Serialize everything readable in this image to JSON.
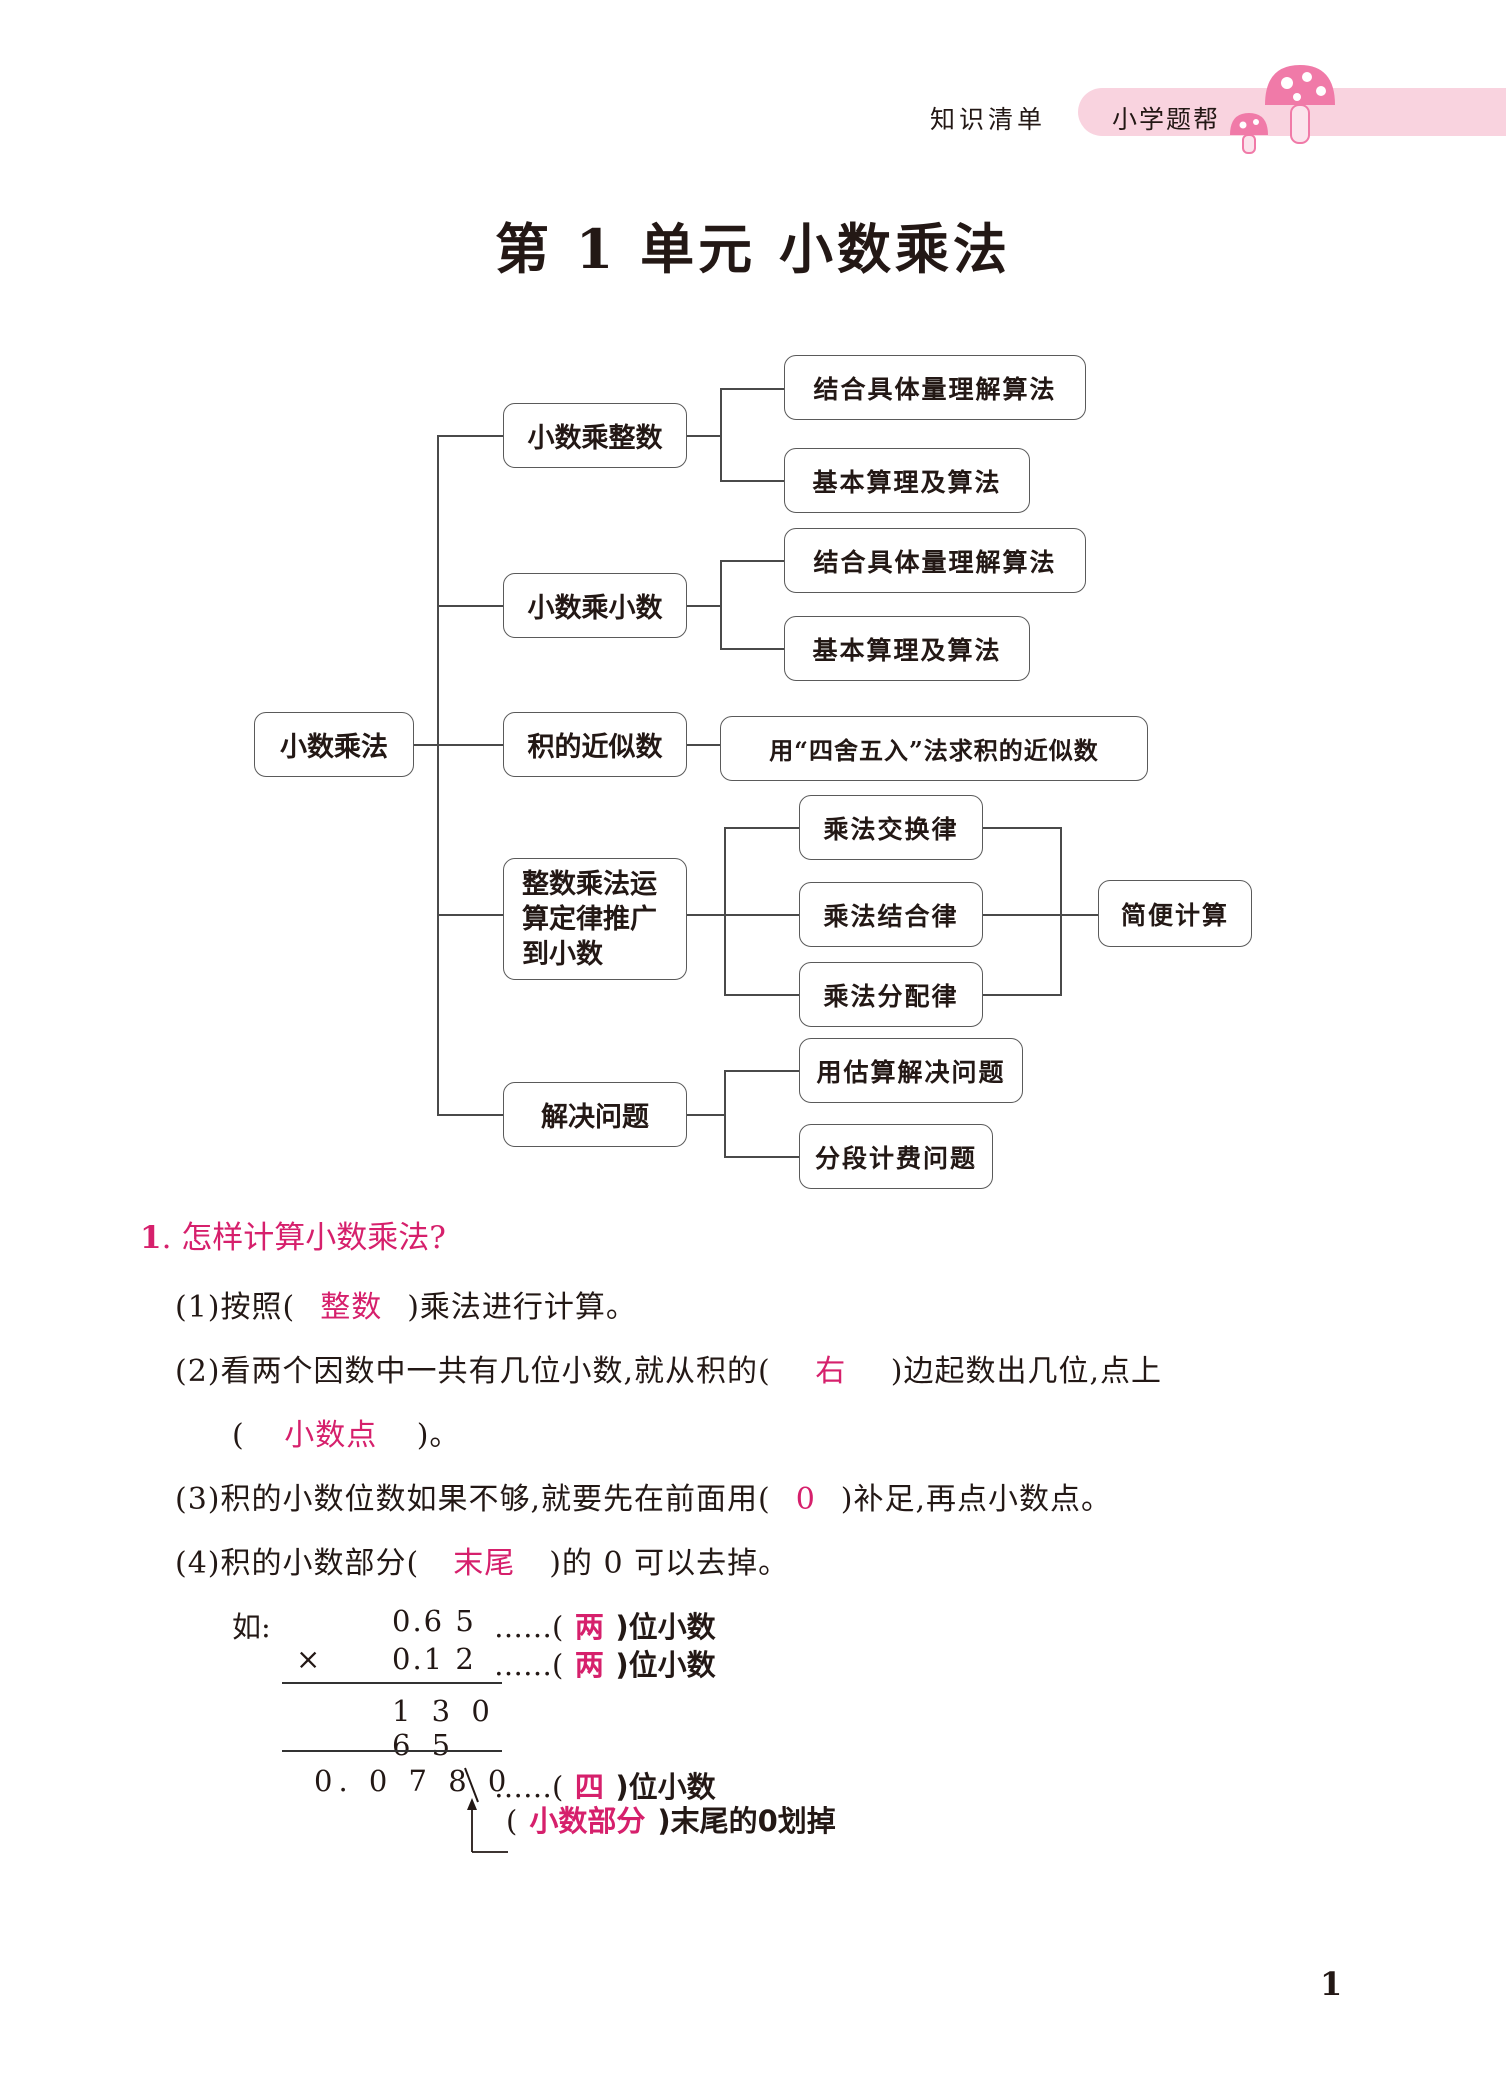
{
  "header": {
    "section": "知识清单",
    "brand": "小学题帮"
  },
  "title": "第 1 单元    小数乘法",
  "mindmap": {
    "root": "小数乘法",
    "branch1": "小数乘整数",
    "b1_leaf1": "结合具体量理解算法",
    "b1_leaf2": "基本算理及算法",
    "branch2": "小数乘小数",
    "b2_leaf1": "结合具体量理解算法",
    "b2_leaf2": "基本算理及算法",
    "branch3": "积的近似数",
    "b3_leaf1": "用“四舍五入”法求积的近似数",
    "branch4_line1": "整数乘法运",
    "branch4_line2": "算定律推广",
    "branch4_line3": "到小数",
    "b4_leaf1": "乘法交换律",
    "b4_leaf2": "乘法结合律",
    "b4_leaf3": "乘法分配律",
    "b4_result": "简便计算",
    "branch5": "解决问题",
    "b5_leaf1": "用估算解决问题",
    "b5_leaf2": "分段计费问题"
  },
  "question": {
    "num": "1",
    "text": ". 怎样计算小数乘法?"
  },
  "items": {
    "i1_a": "(1)按照(",
    "i1_ans": "整数",
    "i1_b": ")乘法进行计算。",
    "i2_a": "(2)看两个因数中一共有几位小数,就从积的(",
    "i2_ans": "右",
    "i2_b": ")边起数出几位,点上",
    "i2_c": "(",
    "i2_ans2": "小数点",
    "i2_d": ")。",
    "i3_a": "(3)积的小数位数如果不够,就要先在前面用(",
    "i3_ans": "0",
    "i3_b": ")补足,再点小数点。",
    "i4_a": "(4)积的小数部分(",
    "i4_ans": "末尾",
    "i4_b": ")的 0 可以去掉。"
  },
  "example": {
    "label": "如:",
    "row1": "0.6 5",
    "row1_note_a": "……(",
    "row1_ans": "两",
    "row1_note_b": ")位小数",
    "times": "×",
    "row2": "0.1 2",
    "row2_note_a": "……(",
    "row2_ans": "两",
    "row2_note_b": ")位小数",
    "row3": "1 3 0",
    "row4": "6 5",
    "row5": "0. 0 7 8 0",
    "row5_note_a": "……(",
    "row5_ans": "四",
    "row5_note_b": ")位小数",
    "arrow_note_a": "(",
    "arrow_ans": "小数部分",
    "arrow_note_b": ")末尾的0划掉"
  },
  "page_number": "1",
  "colors": {
    "answer": "#d6206c",
    "header_band": "#f9d3df",
    "mushroom": "#f07aa8"
  }
}
